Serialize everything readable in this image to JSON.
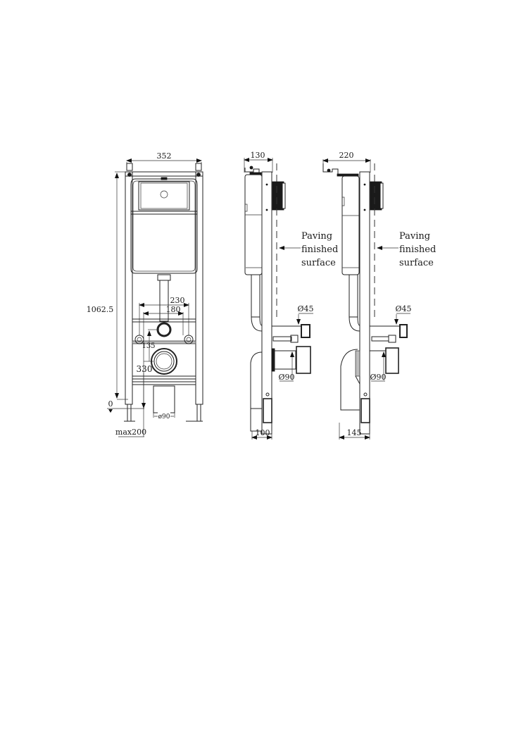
{
  "drawing": {
    "type": "technical-drawing",
    "subject": "concealed toilet cistern frame with dimensions",
    "views": [
      {
        "name": "front-view",
        "dimensions": {
          "width": "352",
          "height": "1062.5",
          "connection_spacing_outer": "230",
          "connection_spacing_inner": "180",
          "flush_pipe_offset": "135",
          "drain_height": "330",
          "zero_level": "0",
          "drain_diameter": "ø90",
          "leg_adjust": "max200"
        }
      },
      {
        "name": "side-view-1",
        "dimensions": {
          "depth": "130",
          "inlet_diameter": "Ø45",
          "drain_diameter": "Ø90",
          "base_depth": "100"
        },
        "label": [
          "Paving",
          "finished",
          "surface"
        ]
      },
      {
        "name": "side-view-2",
        "dimensions": {
          "depth": "220",
          "inlet_diameter": "Ø45",
          "drain_diameter": "Ø90",
          "base_depth": "145"
        },
        "label": [
          "Paving",
          "finished",
          "surface"
        ]
      }
    ]
  }
}
